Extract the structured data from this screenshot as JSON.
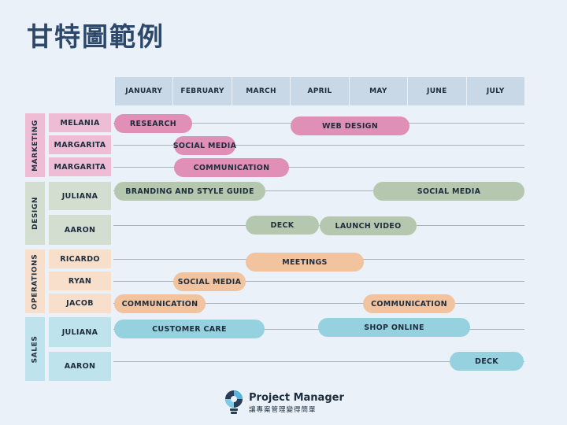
{
  "title": "甘特圖範例",
  "months": [
    "JANUARY",
    "FEBRUARY",
    "MARCH",
    "APRIL",
    "MAY",
    "JUNE",
    "JULY"
  ],
  "departments": {
    "marketing": "MARKETING",
    "design": "DESIGN",
    "operations": "OPERATIONS",
    "sales": "SALES"
  },
  "people": {
    "melania": "MELANIA",
    "margarita_1": "MARGARITA",
    "margarita_2": "MARGARITA",
    "juliana_design": "JULIANA",
    "aaron_design": "AARON",
    "ricardo": "RICARDO",
    "ryan": "RYAN",
    "jacob": "JACOB",
    "juliana_sales": "JULIANA",
    "aaron_sales": "AARON"
  },
  "tasks": {
    "research": "RESEARCH",
    "web_design": "WEB DESIGN",
    "social_media_mk": "SOCIAL MEDIA",
    "communication_mk": "COMMUNICATION",
    "branding": "BRANDING AND STYLE GUIDE",
    "social_media_ds": "SOCIAL MEDIA",
    "deck_ds": "DECK",
    "launch_video": "LAUNCH VIDEO",
    "meetings": "MEETINGS",
    "social_media_op": "SOCIAL MEDIA",
    "communication_op_1": "COMMUNICATION",
    "communication_op_2": "COMMUNICATION",
    "customer_care": "CUSTOMER CARE",
    "shop_online": "SHOP ONLINE",
    "deck_sl": "DECK"
  },
  "colors": {
    "marketing": "#e08fb7",
    "design": "#b5c8af",
    "operations": "#f1c39f",
    "sales": "#95d1df",
    "title": "#2d4868"
  },
  "logo": {
    "name": "Project Manager",
    "tagline": "讓專案管理變得簡單",
    "icon": "lightbulb-icon"
  }
}
